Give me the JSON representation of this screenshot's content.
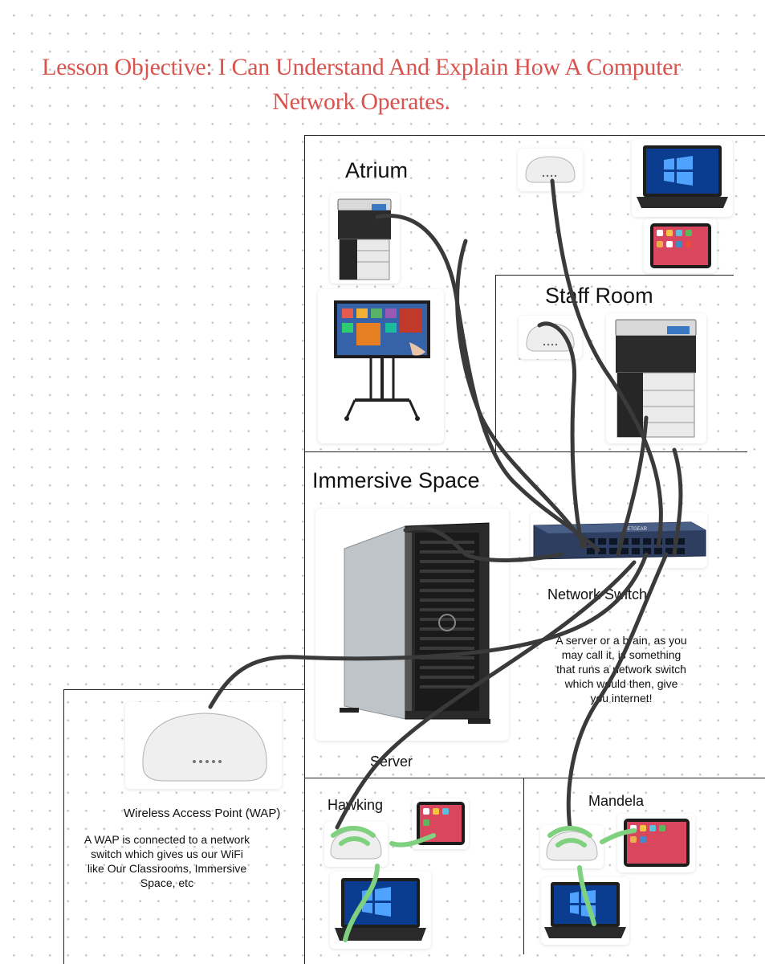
{
  "title": {
    "line1": "Lesson Objective: I Can Understand And Explain How A Computer",
    "line2": "Network Operates."
  },
  "rooms": {
    "atrium": "Atrium",
    "staff_room": "Staff Room",
    "immersive_space": "Immersive Space",
    "hawking": "Hawking",
    "mandela": "Mandela"
  },
  "labels": {
    "network_switch": "Network Switch",
    "server": "Server",
    "wap": "Wireless Access Point (WAP)"
  },
  "notes": {
    "server": [
      "A server or a brain, as you",
      "may call it, is something",
      "that runs a network switch",
      "which would then, give",
      "you internet!"
    ],
    "wap": [
      "A WAP is connected to a network",
      "switch which gives us our WiFi",
      "like Our Classrooms, Immersive",
      "Space, etc"
    ]
  },
  "device_brand": "NETGEAR",
  "colors": {
    "title": "#d9534f",
    "cable": "#3a3a3a",
    "wifi_stroke": "#7fd17f"
  }
}
